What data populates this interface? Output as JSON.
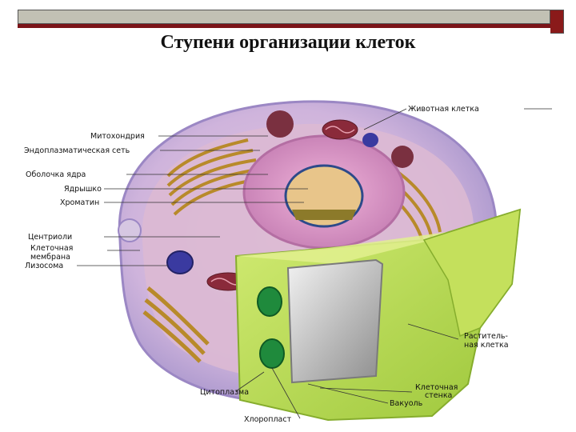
{
  "slide": {
    "title": "Ступени организации клеток"
  },
  "diagram": {
    "labels": {
      "animal_cell": "Животная клетка",
      "mitochondria": "Митохондрия",
      "er": "Эндоплазматическая сеть",
      "nuclear_envelope": "Оболочка ядра",
      "nucleolus": "Ядрышко",
      "chromatin": "Хроматин",
      "centrioles": "Центриоли",
      "cell_membrane_line1": "Клеточная",
      "cell_membrane_line2": "мембрана",
      "lysosome": "Лизосома",
      "plant_cell_line1": "Раститель-",
      "plant_cell_line2": "ная клетка",
      "cell_wall_line1": "Клеточная",
      "cell_wall_line2": "стенка",
      "vacuole": "Вакуоль",
      "cytoplasm": "Цитоплазма",
      "chloroplast": "Хлоропласт"
    }
  },
  "colors": {
    "title_bar": "#c2c1b4",
    "accent_rule": "#7b1418",
    "animal_membrane": "#b9a7d6",
    "cytoplasm": "#d9b8d2",
    "nucleus": "#d99bc5",
    "plant_wall": "#b5d84a",
    "chloroplast": "#1f8a3c"
  }
}
